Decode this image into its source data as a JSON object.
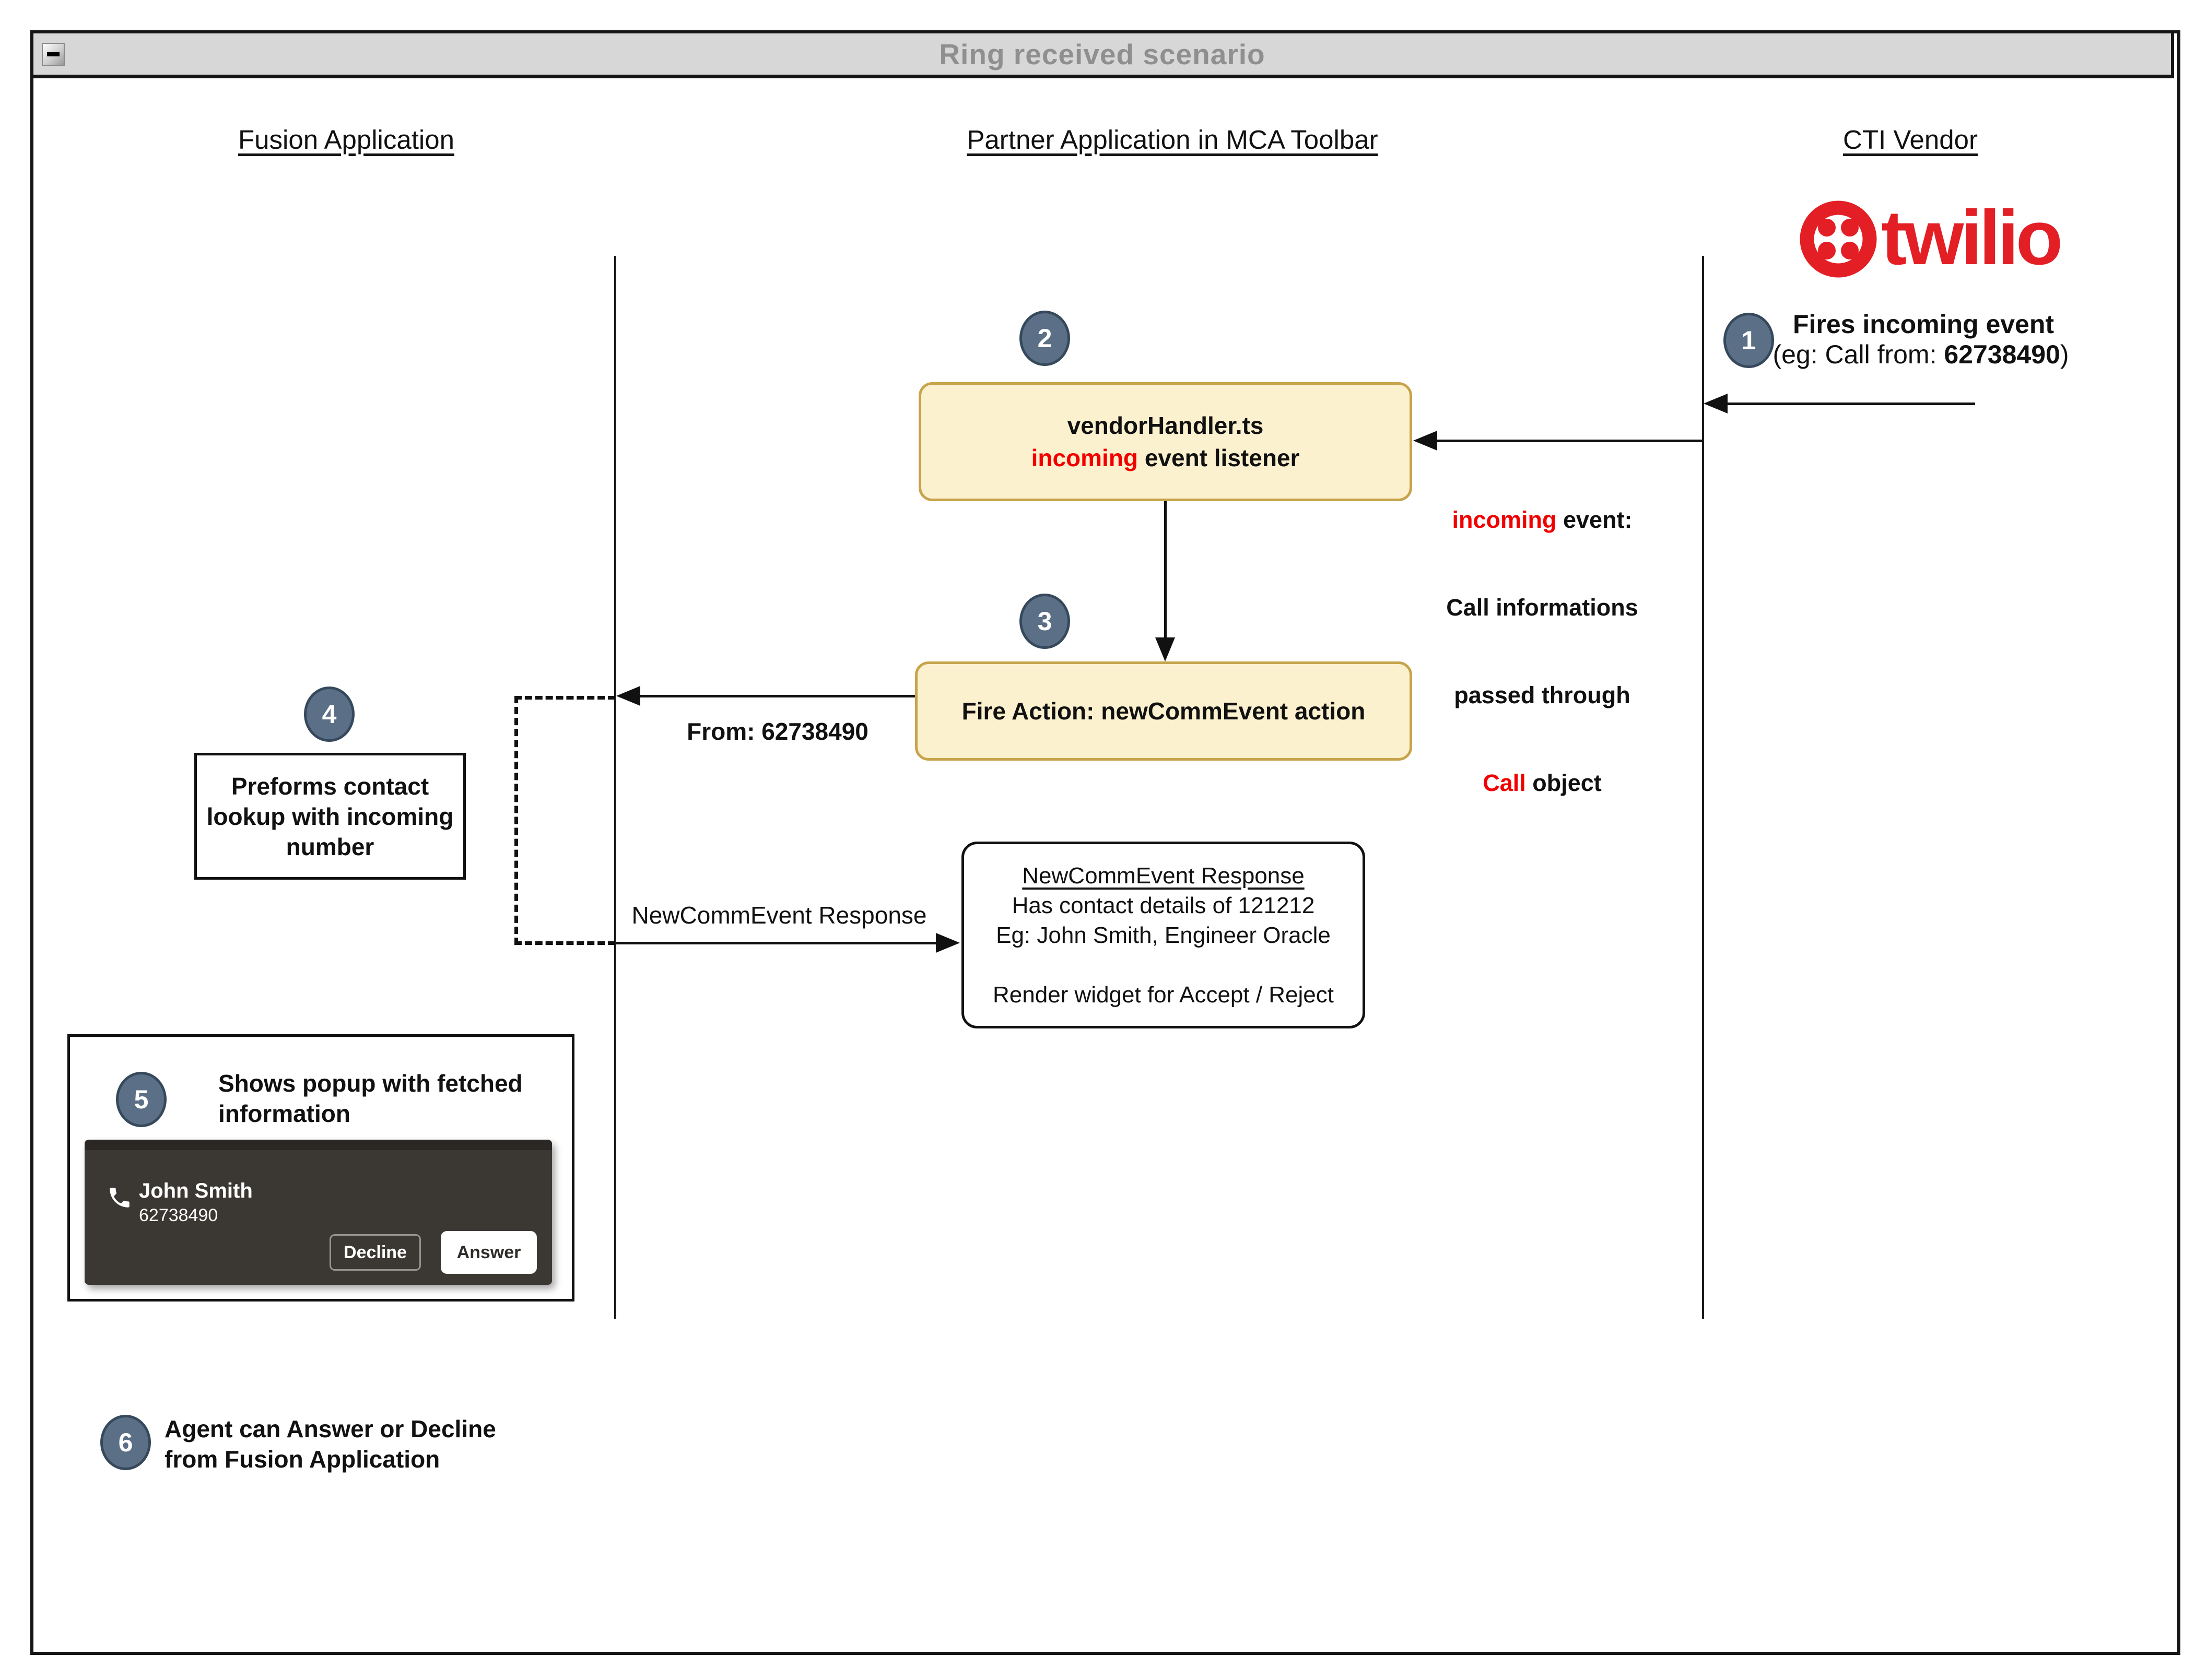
{
  "window": {
    "title": "Ring received scenario",
    "minimize": "minimize"
  },
  "columns": {
    "fusion": "Fusion Application",
    "partner": "Partner Application in MCA Toolbar",
    "cti": "CTI Vendor"
  },
  "twilio": {
    "wordmark": "twilio",
    "brand_red": "#e31e25"
  },
  "steps": {
    "s1": {
      "badge": "1",
      "line1": "Fires incoming event",
      "line2_prefix": "(eg: Call from: ",
      "line2_number": "62738490",
      "line2_suffix": ")"
    },
    "s2": {
      "badge": "2",
      "box_line1": "vendorHandler.ts",
      "box_line2_red": "incoming",
      "box_line2_rest": " event listener"
    },
    "s3": {
      "badge": "3",
      "box_text": "Fire Action: newCommEvent action"
    },
    "s4": {
      "badge": "4",
      "box_line1": "Preforms contact",
      "box_line2": "lookup with incoming",
      "box_line3": "number"
    },
    "s5": {
      "badge": "5",
      "text": "Shows popup with fetched information"
    },
    "s6": {
      "badge": "6",
      "line1": "Agent can Answer or Decline",
      "line2": "from Fusion Application"
    }
  },
  "annotations": {
    "incoming_event": {
      "l1_red": "incoming",
      "l1_black": " event:",
      "l2": "Call informations",
      "l3": "passed through",
      "l4_red": "Call",
      "l4_black": " object"
    },
    "from_label": "From: 62738490",
    "newcomm_label": "NewCommEvent Response"
  },
  "response_box": {
    "title": "NewCommEvent Response",
    "line2": "Has contact details of 121212",
    "line3": "Eg: John Smith, Engineer Oracle",
    "line4": "Render widget for Accept / Reject"
  },
  "popup": {
    "caller_name": "John Smith",
    "caller_number": "62738490",
    "decline_label": "Decline",
    "answer_label": "Answer"
  },
  "colors": {
    "titlebar_bg": "#d7d7d7",
    "title_text": "#8f8f8f",
    "badge_fill": "#5b7086",
    "badge_border": "#36495c",
    "yellow_fill": "#fcf1ce",
    "yellow_border": "#c7a44b",
    "accent_red": "#f20000",
    "popup_bg": "#3b3733"
  }
}
